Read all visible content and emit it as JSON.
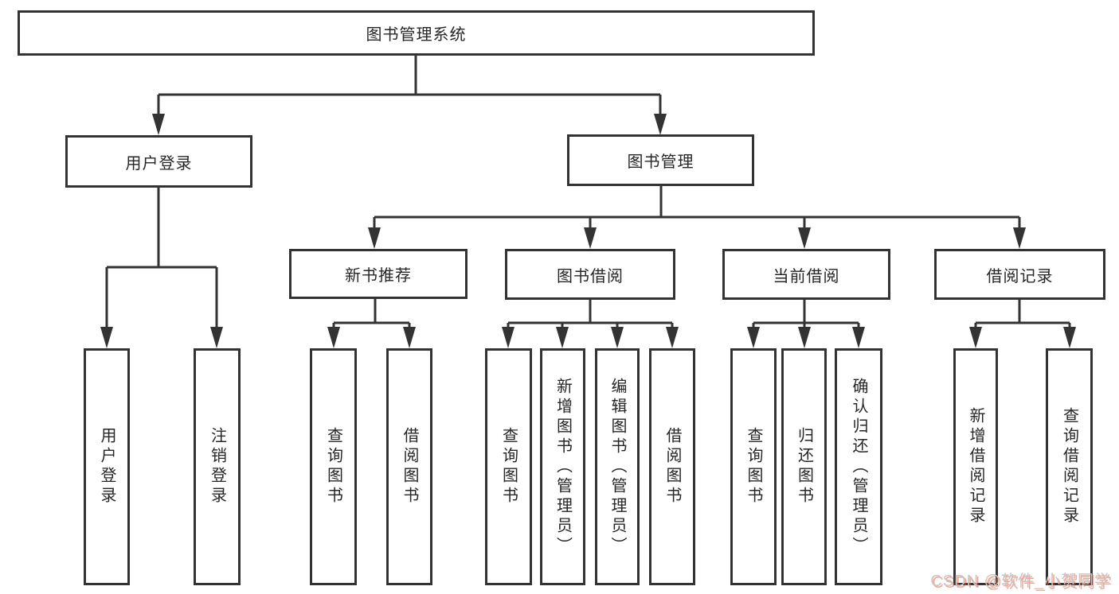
{
  "diagram": {
    "root_label": "图书管理系统",
    "user_login": {
      "label": "用户登录",
      "children": [
        "用户登录",
        "注销登录"
      ]
    },
    "book_management": {
      "label": "图书管理"
    },
    "sections": {
      "new_book": {
        "label": "新书推荐",
        "children": [
          "查询图书",
          "借阅图书"
        ]
      },
      "borrowing": {
        "label": "图书借阅",
        "children": [
          "查询图书",
          "新增图书（管理员）",
          "编辑图书（管理员）",
          "借阅图书"
        ]
      },
      "current": {
        "label": "当前借阅",
        "children": [
          "查询图书",
          "归还图书",
          "确认归还（管理员）"
        ]
      },
      "records": {
        "label": "借阅记录",
        "children": [
          "新增借阅记录",
          "查询借阅记录"
        ]
      }
    },
    "colors": {
      "line": "#333333",
      "box_background": "#ffffff",
      "text": "#262626"
    }
  },
  "watermark": {
    "text": "CSDN @软件_小贺同学",
    "text_color": "#c6c6c6",
    "shadow_color": "#fc5531"
  }
}
